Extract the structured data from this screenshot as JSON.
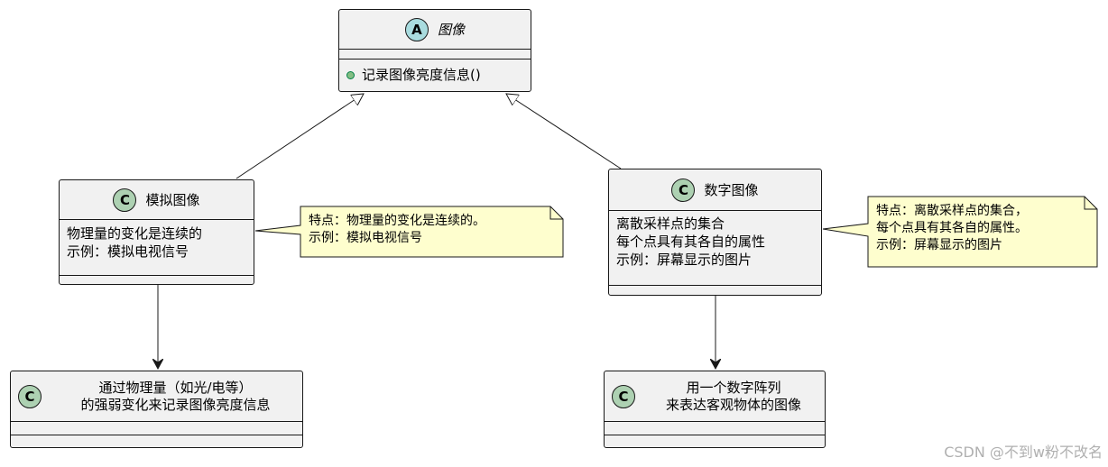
{
  "diagram": {
    "base_class": {
      "stereotype": "A",
      "name": "图像",
      "method": "记录图像亮度信息()"
    },
    "analog": {
      "stereotype": "C",
      "name": "模拟图像",
      "attr_line1": "物理量的变化是连续的",
      "attr_line2": "示例：模拟电视信号",
      "note_line1": "特点：物理量的变化是连续的。",
      "note_line2": "示例：模拟电视信号"
    },
    "digital": {
      "stereotype": "C",
      "name": "数字图像",
      "attr_line1": "离散采样点的集合",
      "attr_line2": "每个点具有其各自的属性",
      "attr_line3": "示例：屏幕显示的图片",
      "note_line1": "特点：离散采样点的集合，",
      "note_line2": "每个点具有其各自的属性。",
      "note_line3": "示例：屏幕显示的图片"
    },
    "analog_child": {
      "stereotype": "C",
      "name_line1": "通过物理量（如光/电等）",
      "name_line2": "的强弱变化来记录图像亮度信息"
    },
    "digital_child": {
      "stereotype": "C",
      "name_line1": "用一个数字阵列",
      "name_line2": "来表达客观物体的图像"
    },
    "colors": {
      "class_fill": "#f1f1f1",
      "note_fill": "#fefece",
      "class_badge": "#add1b2",
      "abstract_badge": "#a9dcdf",
      "public_dot": "#84be84"
    }
  },
  "watermark": "CSDN @不到w粉不改名"
}
